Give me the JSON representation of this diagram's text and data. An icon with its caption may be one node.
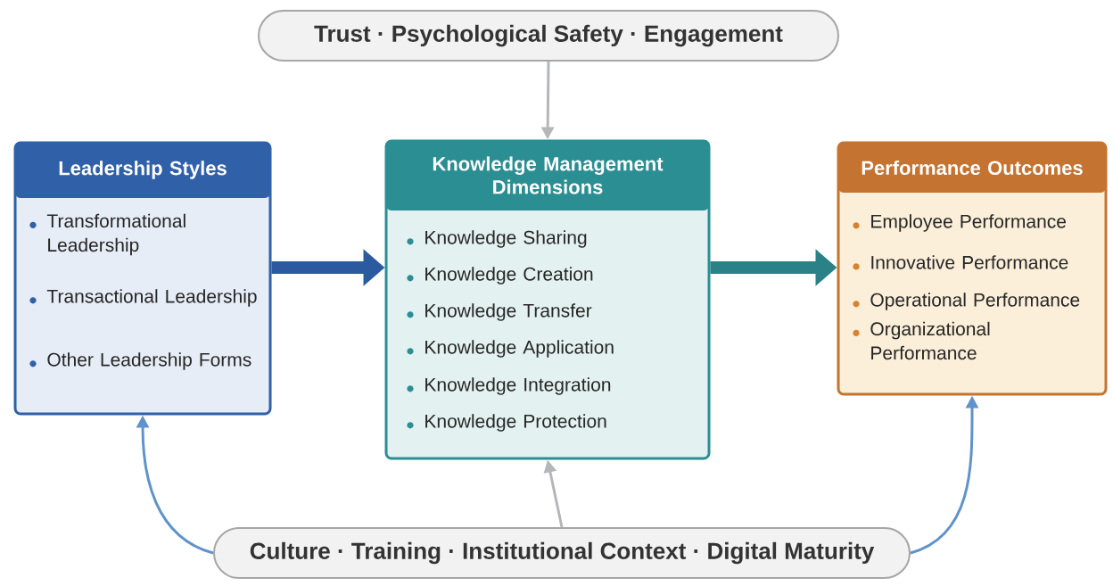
{
  "diagram": {
    "nodes": [
      {
        "text": [
          "Trust · Psychological Safety · Engagement"
        ]
      },
      {
        "text": [
          "Leadership Styles",
          "Transformational Leadership",
          "Transactional Leadership",
          "Other Leadership Forms"
        ]
      },
      {
        "text": [
          "Knowledge Management Dimensions",
          "Knowledge Sharing",
          "Knowledge Creation",
          "Knowledge Transfer",
          "Knowledge Application",
          "Knowledge Integration",
          "Knowledge Protection"
        ]
      },
      {
        "text": [
          "Performance Outcomes",
          "Employee Performance",
          "Innovative Performance",
          "Operational Performance",
          "Organizational Performance"
        ]
      },
      {
        "text": [
          "Culture · Training · Institutional Context · Digital Maturity"
        ]
      }
    ],
    "edges": [
      {
        "from": 0,
        "to": 2,
        "arrow": "to",
        "color": "#b4b6ba"
      },
      {
        "from": 1,
        "to": 2,
        "arrow": "to",
        "style": "thick",
        "color": "#2c5aa0"
      },
      {
        "from": 2,
        "to": 3,
        "arrow": "to",
        "style": "thick",
        "color": "#2a8288"
      },
      {
        "from": 4,
        "to": 2,
        "arrow": "to",
        "color": "#b4b6ba"
      },
      {
        "from": 4,
        "to": 1,
        "arrow": "to",
        "color": "#5f93c9"
      },
      {
        "from": 4,
        "to": 3,
        "arrow": "to",
        "color": "#5f93c9"
      }
    ]
  }
}
